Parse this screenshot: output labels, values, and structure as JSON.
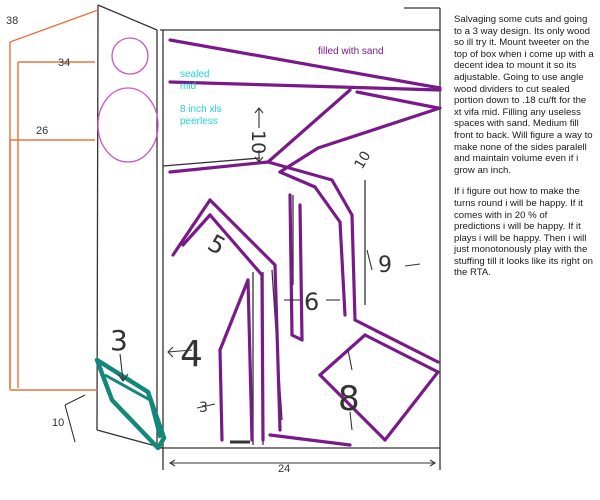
{
  "labels": {
    "dim_38": "38",
    "dim_34": "34",
    "dim_26": "26",
    "dim_10": "10",
    "dim_24": "24",
    "filled_with_sand": "filled with sand",
    "sealed_line1": "sealed",
    "sealed_line2": "mid",
    "woofer_line1": "8 inch xls",
    "woofer_line2": "peerless",
    "panel_10": "10",
    "panel_10b": "10",
    "panel_5": "5",
    "panel_6": "6",
    "panel_9": "9",
    "panel_8": "8",
    "panel_4": "4",
    "panel_3": "3",
    "panel_3b": "3"
  },
  "notes": {
    "paragraph1": "Salvaging some cuts and going to a 3 way design. Its only wood so ill try it. Mount tweeter on the top of box when i come up with a decent idea to mount it so its adjustable. Going to use angle wood dividers to cut sealed portion down to .18 cu/ft for the xt vifa mid. Filling any useless spaces with sand. Medium fill front to back. Will figure a way to make none of the sides paralell and maintain volume even if i grow an inch.",
    "paragraph2": "If i figure out how to make the turns round i will be happy. If it comes with in 20 % of predictions i will be happy. If it plays i will be happy. Then i will just monotonously play with the stuffing till it looks like its right on the RTA."
  },
  "colors": {
    "purple": "#7a1a8a",
    "cyan": "#22d3d3",
    "orange": "#e8723a",
    "teal": "#13887a",
    "pink": "#cc55cc",
    "black": "#222222"
  }
}
